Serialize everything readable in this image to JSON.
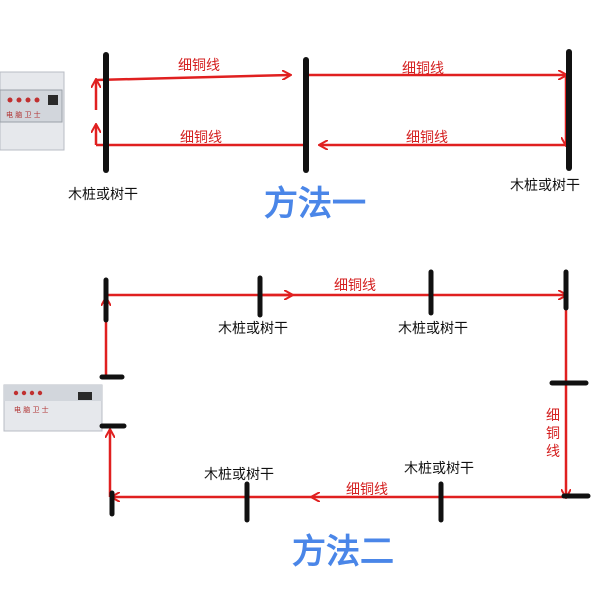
{
  "colors": {
    "wire": "#e02020",
    "post": "#111111",
    "title": "#4a86e8",
    "device_body": "#d8dbe0",
    "device_panel": "#e6e8ec"
  },
  "device": {
    "label": "电 脑 卫 士",
    "icon": "energizer-unit-icon"
  },
  "method1": {
    "title": "方法一",
    "wire_top_left": "细铜线",
    "wire_top_right": "细铜线",
    "wire_bottom_left": "细铜线",
    "wire_bottom_right": "细铜线",
    "post_left": "木桩或树干",
    "post_right": "木桩或树干"
  },
  "method2": {
    "title": "方法二",
    "wire_top": "细铜线",
    "wire_right": "细\n铜\n线",
    "wire_bottom": "细铜线",
    "post_top_1": "木桩或树干",
    "post_top_2": "木桩或树干",
    "post_bottom_1": "木桩或树干",
    "post_bottom_2": "木桩或树干"
  }
}
